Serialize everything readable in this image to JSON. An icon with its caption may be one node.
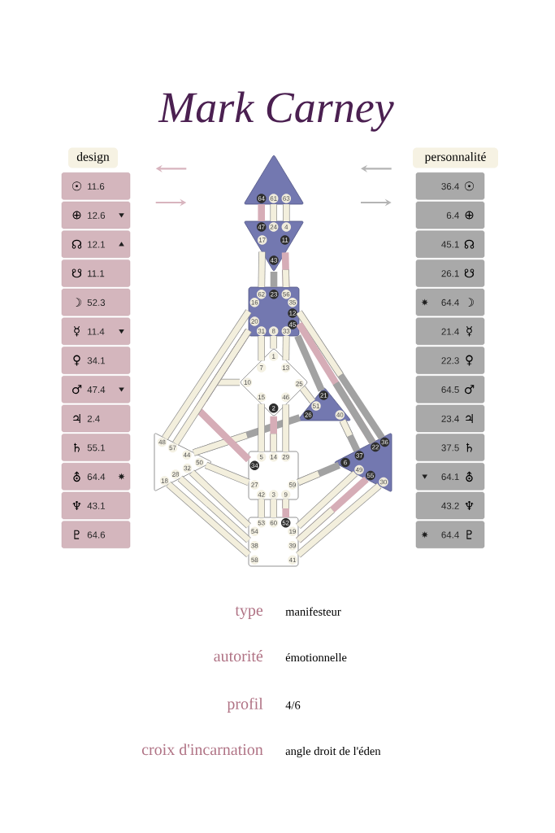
{
  "diagram": {
    "title": "Mark Carney",
    "nodes": [
      {
        "text": [
          "design"
        ]
      },
      {
        "text": [
          "personnalité"
        ]
      },
      {
        "text": [
          "☉",
          "11.6"
        ]
      },
      {
        "text": [
          "⊕",
          "12.6"
        ]
      },
      {
        "text": [
          "☊",
          "12.1"
        ]
      },
      {
        "text": [
          "☋",
          "11.1"
        ]
      },
      {
        "text": [
          "☽",
          "52.3"
        ]
      },
      {
        "text": [
          "☿",
          "11.4"
        ]
      },
      {
        "text": [
          "♀",
          "34.1"
        ]
      },
      {
        "text": [
          "♂",
          "47.4"
        ]
      },
      {
        "text": [
          "♃",
          "2.4"
        ]
      },
      {
        "text": [
          "♄",
          "55.1"
        ]
      },
      {
        "text": [
          "⛢",
          "64.4"
        ]
      },
      {
        "text": [
          "♆",
          "43.1"
        ]
      },
      {
        "text": [
          "♇",
          "64.6"
        ]
      },
      {
        "text": [
          "36.4",
          "☉"
        ]
      },
      {
        "text": [
          "6.4",
          "⊕"
        ]
      },
      {
        "text": [
          "45.1",
          "☊"
        ]
      },
      {
        "text": [
          "26.1",
          "☋"
        ]
      },
      {
        "text": [
          "64.4",
          "☽"
        ]
      },
      {
        "text": [
          "21.4",
          "☿"
        ]
      },
      {
        "text": [
          "22.3",
          "♀"
        ]
      },
      {
        "text": [
          "64.5",
          "♂"
        ]
      },
      {
        "text": [
          "23.4",
          "♃"
        ]
      },
      {
        "text": [
          "37.5",
          "♄"
        ]
      },
      {
        "text": [
          "64.1",
          "⛢"
        ]
      },
      {
        "text": [
          "43.2",
          "♆"
        ]
      },
      {
        "text": [
          "64.4",
          "♇"
        ]
      },
      {
        "text": [],
        "shape": "triangle"
      },
      {
        "text": [
          "64"
        ],
        "in": 28
      },
      {
        "text": [
          "61"
        ],
        "in": 28
      },
      {
        "text": [
          "63"
        ],
        "in": 28
      },
      {
        "text": [],
        "shape": "triangle"
      },
      {
        "text": [
          "47"
        ],
        "in": 32
      },
      {
        "text": [
          "24"
        ],
        "in": 32
      },
      {
        "text": [
          "4"
        ],
        "in": 32
      },
      {
        "text": [
          "17"
        ],
        "in": 32
      },
      {
        "text": [
          "11"
        ],
        "in": 32
      },
      {
        "text": [
          "43"
        ],
        "in": 32
      },
      {
        "text": [],
        "shape": "box"
      },
      {
        "text": [
          "62"
        ],
        "in": 39
      },
      {
        "text": [
          "23"
        ],
        "in": 39
      },
      {
        "text": [
          "56"
        ],
        "in": 39
      },
      {
        "text": [
          "16"
        ],
        "in": 39
      },
      {
        "text": [
          "35"
        ],
        "in": 39
      },
      {
        "text": [
          "12"
        ],
        "in": 39
      },
      {
        "text": [
          "20"
        ],
        "in": 39
      },
      {
        "text": [
          "45"
        ],
        "in": 39
      },
      {
        "text": [
          "31"
        ],
        "in": 39
      },
      {
        "text": [
          "8"
        ],
        "in": 39
      },
      {
        "text": [
          "33"
        ],
        "in": 39
      },
      {
        "text": [],
        "shape": "diamond"
      },
      {
        "text": [
          "1"
        ],
        "in": 51
      },
      {
        "text": [
          "7"
        ],
        "in": 51
      },
      {
        "text": [
          "13"
        ],
        "in": 51
      },
      {
        "text": [
          "10"
        ],
        "in": 51
      },
      {
        "text": [
          "25"
        ],
        "in": 51
      },
      {
        "text": [
          "15"
        ],
        "in": 51
      },
      {
        "text": [
          "46"
        ],
        "in": 51
      },
      {
        "text": [
          "2"
        ],
        "in": 51
      },
      {
        "text": [],
        "shape": "triangle"
      },
      {
        "text": [
          "21"
        ],
        "in": 60
      },
      {
        "text": [
          "51"
        ],
        "in": 60
      },
      {
        "text": [
          "26"
        ],
        "in": 60
      },
      {
        "text": [
          "40"
        ],
        "in": 60
      },
      {
        "text": [],
        "shape": "triangle"
      },
      {
        "text": [
          "48"
        ],
        "in": 65
      },
      {
        "text": [
          "57"
        ],
        "in": 65
      },
      {
        "text": [
          "44"
        ],
        "in": 65
      },
      {
        "text": [
          "50"
        ],
        "in": 65
      },
      {
        "text": [
          "32"
        ],
        "in": 65
      },
      {
        "text": [
          "28"
        ],
        "in": 65
      },
      {
        "text": [
          "18"
        ],
        "in": 65
      },
      {
        "text": [],
        "shape": "box"
      },
      {
        "text": [
          "5"
        ],
        "in": 73
      },
      {
        "text": [
          "14"
        ],
        "in": 73
      },
      {
        "text": [
          "29"
        ],
        "in": 73
      },
      {
        "text": [
          "34"
        ],
        "in": 73
      },
      {
        "text": [
          "27"
        ],
        "in": 73
      },
      {
        "text": [
          "59"
        ],
        "in": 73
      },
      {
        "text": [
          "42"
        ],
        "in": 73
      },
      {
        "text": [
          "3"
        ],
        "in": 73
      },
      {
        "text": [
          "9"
        ],
        "in": 73
      },
      {
        "text": [],
        "shape": "triangle"
      },
      {
        "text": [
          "36"
        ],
        "in": 83
      },
      {
        "text": [
          "22"
        ],
        "in": 83
      },
      {
        "text": [
          "37"
        ],
        "in": 83
      },
      {
        "text": [
          "6"
        ],
        "in": 83
      },
      {
        "text": [
          "49"
        ],
        "in": 83
      },
      {
        "text": [
          "55"
        ],
        "in": 83
      },
      {
        "text": [
          "30"
        ],
        "in": 83
      },
      {
        "text": [],
        "shape": "box"
      },
      {
        "text": [
          "53"
        ],
        "in": 91
      },
      {
        "text": [
          "60"
        ],
        "in": 91
      },
      {
        "text": [
          "52"
        ],
        "in": 91
      },
      {
        "text": [
          "54"
        ],
        "in": 91
      },
      {
        "text": [
          "19"
        ],
        "in": 91
      },
      {
        "text": [
          "38"
        ],
        "in": 91
      },
      {
        "text": [
          "39"
        ],
        "in": 91
      },
      {
        "text": [
          "58"
        ],
        "in": 91
      },
      {
        "text": [
          "41"
        ],
        "in": 91
      }
    ],
    "edges": [
      {
        "from": 29,
        "to": 33,
        "arrow": "none",
        "color": "#d6adb7"
      },
      {
        "from": 30,
        "to": 34,
        "arrow": "none"
      },
      {
        "from": 31,
        "to": 35,
        "arrow": "none"
      },
      {
        "from": 36,
        "to": 40,
        "arrow": "none"
      },
      {
        "from": 38,
        "to": 41,
        "arrow": "none",
        "color": "#a2a2a2"
      },
      {
        "from": 37,
        "to": 42,
        "arrow": "none",
        "color": "#d6adb7"
      },
      {
        "from": 43,
        "to": 66,
        "arrow": "none"
      },
      {
        "from": 55,
        "to": 46,
        "arrow": "none"
      },
      {
        "from": 77,
        "to": 46,
        "arrow": "none",
        "color": "#d6adb7"
      },
      {
        "from": 46,
        "to": 67,
        "arrow": "none"
      },
      {
        "from": 84,
        "to": 44,
        "arrow": "none",
        "color": "#a2a2a2"
      },
      {
        "from": 45,
        "to": 85,
        "arrow": "none",
        "color": "#d6adb7"
      },
      {
        "from": 47,
        "to": 61,
        "arrow": "none",
        "color": "#a2a2a2"
      },
      {
        "from": 48,
        "to": 53,
        "arrow": "none"
      },
      {
        "from": 49,
        "to": 52,
        "arrow": "none"
      },
      {
        "from": 50,
        "to": 54,
        "arrow": "none"
      },
      {
        "from": 56,
        "to": 62,
        "arrow": "none"
      },
      {
        "from": 63,
        "to": 68,
        "arrow": "none",
        "color": "#a2a2a2"
      },
      {
        "from": 86,
        "to": 64,
        "arrow": "none",
        "color": "#a2a2a2"
      },
      {
        "from": 57,
        "to": 74,
        "arrow": "none"
      },
      {
        "from": 59,
        "to": 75,
        "arrow": "none",
        "color": "#d6adb7"
      },
      {
        "from": 58,
        "to": 76,
        "arrow": "none"
      },
      {
        "from": 69,
        "to": 78,
        "arrow": "none"
      },
      {
        "from": 87,
        "to": 79,
        "arrow": "none",
        "color": "#a2a2a2"
      },
      {
        "from": 80,
        "to": 92,
        "arrow": "none"
      },
      {
        "from": 81,
        "to": 93,
        "arrow": "none"
      },
      {
        "from": 94,
        "to": 82,
        "arrow": "none",
        "color": "#d6adb7"
      },
      {
        "from": 70,
        "to": 95,
        "arrow": "none"
      },
      {
        "from": 71,
        "to": 97,
        "arrow": "none"
      },
      {
        "from": 72,
        "to": 99,
        "arrow": "none"
      },
      {
        "from": 88,
        "to": 96,
        "arrow": "none"
      },
      {
        "from": 89,
        "to": 98,
        "arrow": "none",
        "color": "#d6adb7"
      },
      {
        "from": 90,
        "to": 100,
        "arrow": "none"
      }
    ],
    "labels": [
      "type",
      "manifesteur",
      "autorité",
      "émotionnelle",
      "profil",
      "4/6",
      "croix d'incarnation",
      "angle droit de l'éden"
    ]
  }
}
